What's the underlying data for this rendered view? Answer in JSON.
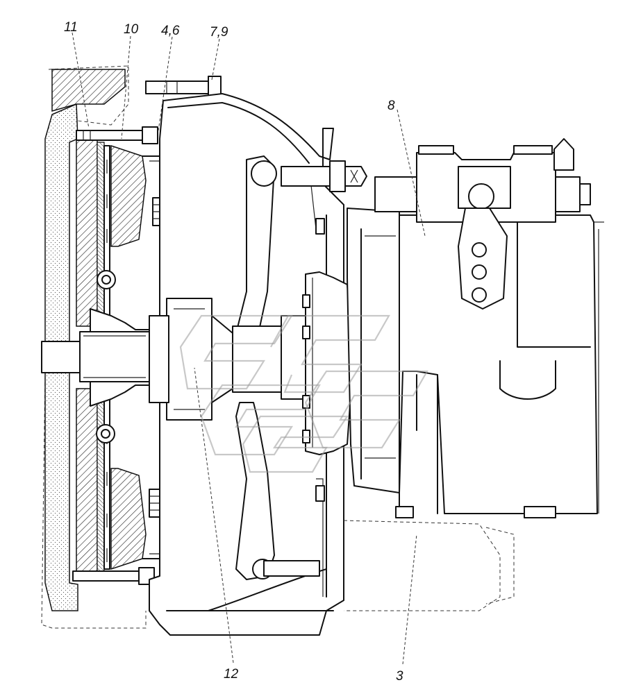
{
  "callouts": [
    {
      "id": "c11",
      "text": "11"
    },
    {
      "id": "c10",
      "text": "10"
    },
    {
      "id": "c46",
      "text": "4,6"
    },
    {
      "id": "c79",
      "text": "7,9"
    },
    {
      "id": "c8",
      "text": "8"
    },
    {
      "id": "c12",
      "text": "12"
    },
    {
      "id": "c3",
      "text": "3"
    }
  ],
  "colors": {
    "line": "#111111",
    "background": "#ffffff",
    "watermark": "#9a9a9a"
  }
}
